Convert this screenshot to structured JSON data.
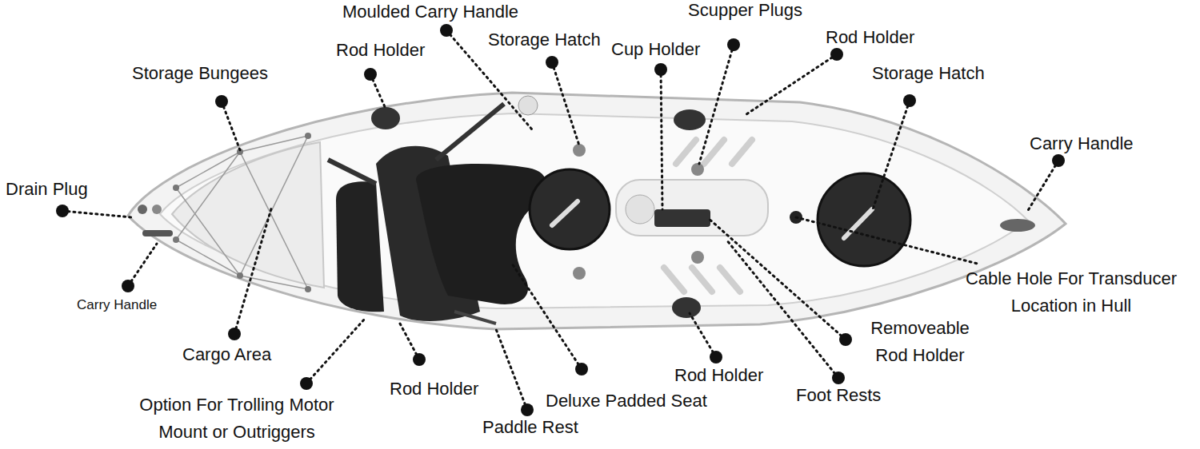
{
  "diagram": {
    "labels": [
      "Moulded Carry Handle",
      "Scupper Plugs",
      "Rod Holder",
      "Storage Hatch",
      "Cup Holder",
      "Rod Holder",
      "Storage Bungees",
      "Storage Hatch",
      "Carry Handle",
      "Drain Plug",
      "Carry Handle",
      "Cable Hole For Transducer Location in Hull",
      "Cargo Area",
      "Removeable Rod Holder",
      "Rod Holder",
      "Deluxe Padded Seat",
      "Foot Rests",
      "Option For Trolling Motor Mount or Outriggers",
      "Rod Holder",
      "Paddle Rest"
    ]
  }
}
